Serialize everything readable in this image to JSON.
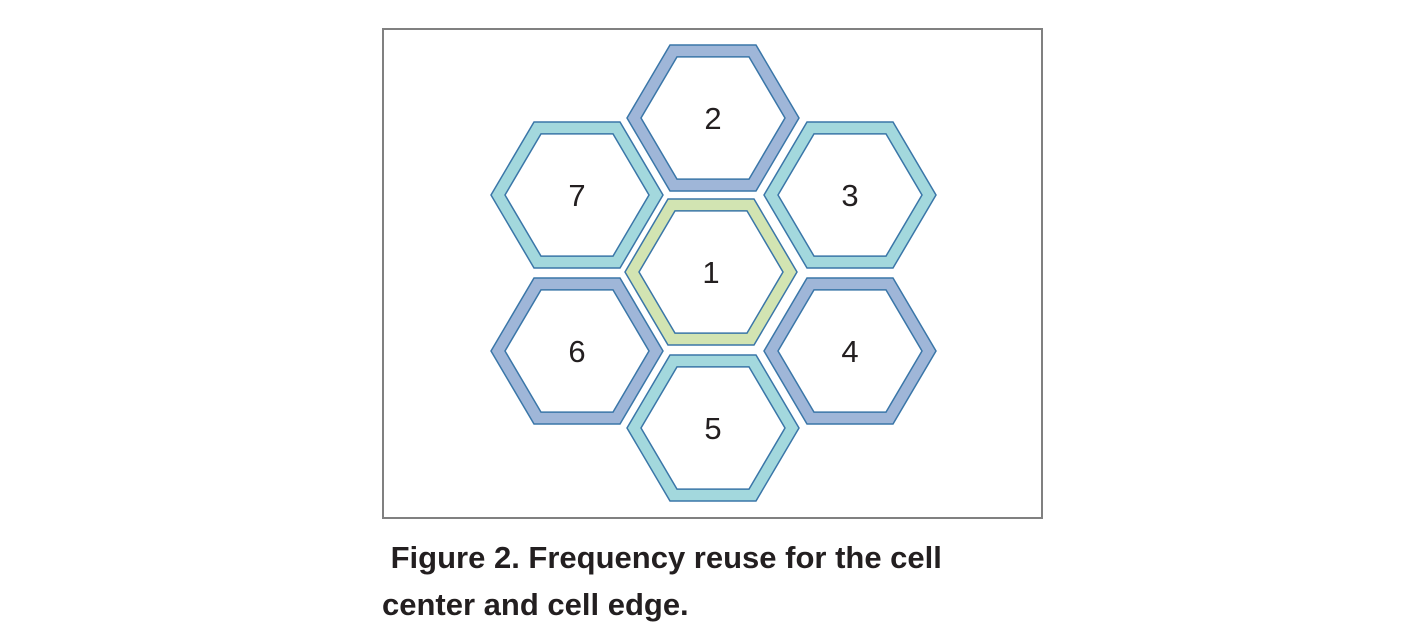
{
  "figure": {
    "border_color": "#808080",
    "caption_lines": [
      " Figure 2. Frequency reuse for the cell",
      "center and cell edge."
    ]
  },
  "colors": {
    "center_band": "#d2e4b2",
    "blue_band": "#9fb6d8",
    "teal_band": "#a3d8dd",
    "outline": "#3a76a8",
    "label": "#231f20"
  },
  "cells": [
    {
      "id": "1",
      "label": "1",
      "band": "center_band"
    },
    {
      "id": "2",
      "label": "2",
      "band": "blue_band"
    },
    {
      "id": "3",
      "label": "3",
      "band": "teal_band"
    },
    {
      "id": "4",
      "label": "4",
      "band": "blue_band"
    },
    {
      "id": "5",
      "label": "5",
      "band": "teal_band"
    },
    {
      "id": "6",
      "label": "6",
      "band": "blue_band"
    },
    {
      "id": "7",
      "label": "7",
      "band": "teal_band"
    }
  ]
}
